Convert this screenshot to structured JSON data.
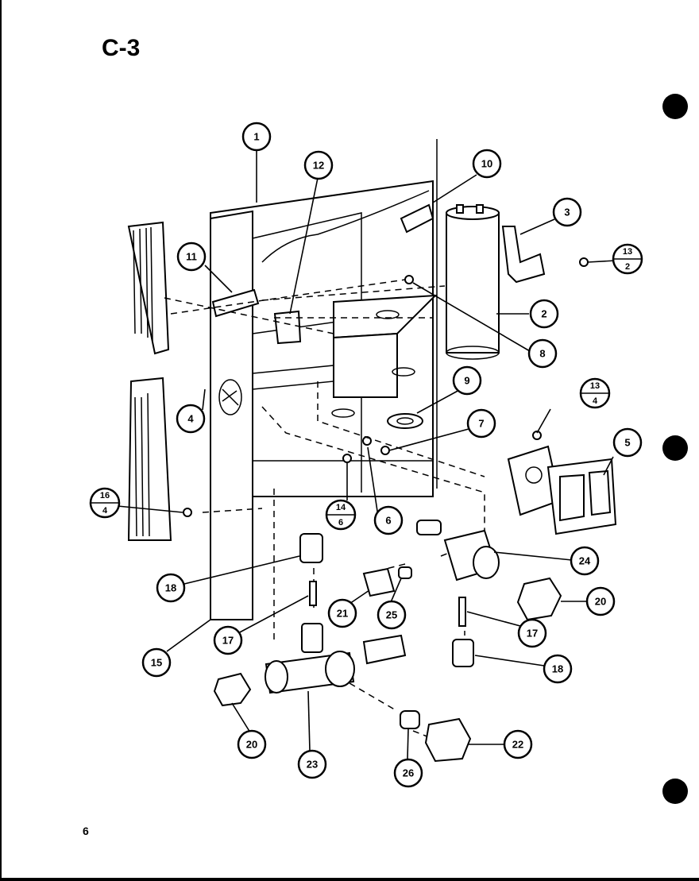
{
  "page": {
    "title": "C-3",
    "page_number": "6"
  },
  "callouts": [
    {
      "id": "c1",
      "label": "1"
    },
    {
      "id": "c2",
      "label": "2"
    },
    {
      "id": "c3",
      "label": "3"
    },
    {
      "id": "c4",
      "label": "4"
    },
    {
      "id": "c5",
      "label": "5"
    },
    {
      "id": "c6",
      "label": "6"
    },
    {
      "id": "c7",
      "label": "7"
    },
    {
      "id": "c8",
      "label": "8"
    },
    {
      "id": "c9",
      "label": "9"
    },
    {
      "id": "c10",
      "label": "10"
    },
    {
      "id": "c11",
      "label": "11"
    },
    {
      "id": "c12",
      "label": "12"
    },
    {
      "id": "c15",
      "label": "15"
    },
    {
      "id": "c17a",
      "label": "17"
    },
    {
      "id": "c17b",
      "label": "17"
    },
    {
      "id": "c18a",
      "label": "18"
    },
    {
      "id": "c18b",
      "label": "18"
    },
    {
      "id": "c20a",
      "label": "20"
    },
    {
      "id": "c20b",
      "label": "20"
    },
    {
      "id": "c21",
      "label": "21"
    },
    {
      "id": "c22",
      "label": "22"
    },
    {
      "id": "c23",
      "label": "23"
    },
    {
      "id": "c24",
      "label": "24"
    },
    {
      "id": "c25",
      "label": "25"
    },
    {
      "id": "c26",
      "label": "26"
    }
  ],
  "fraction_callouts": [
    {
      "id": "f13_2",
      "top": "13",
      "bottom": "2"
    },
    {
      "id": "f13_4",
      "top": "13",
      "bottom": "4"
    },
    {
      "id": "f14_6",
      "top": "14",
      "bottom": "6"
    },
    {
      "id": "f16_4",
      "top": "16",
      "bottom": "4"
    }
  ]
}
